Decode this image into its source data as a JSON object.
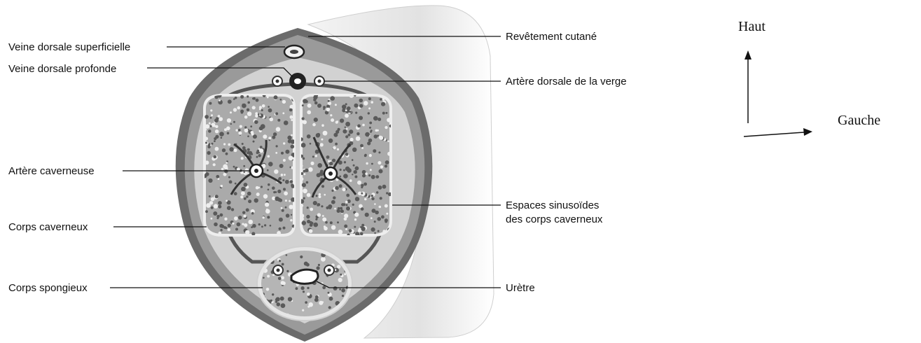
{
  "labels": {
    "veine_dorsale_superficielle": "Veine dorsale superficielle",
    "veine_dorsale_profonde": "Veine dorsale profonde",
    "artere_caverneuse": "Artère caverneuse",
    "corps_caverneux": "Corps caverneux",
    "corps_spongieux": "Corps spongieux",
    "revetement_cutane": "Revêtement cutané",
    "artere_dorsale": "Artère dorsale de la verge",
    "espaces_sinusoides_line1": "Espaces sinusoïdes",
    "espaces_sinusoides_line2": "des corps caverneux",
    "uretre": "Urètre"
  },
  "orientation": {
    "up": "Haut",
    "left": "Gauche"
  },
  "colors": {
    "skin_outer": "#6b6b6b",
    "skin_inner": "#9a9a9a",
    "tunica": "#d9d9d9",
    "tissue": "#aaaaaa",
    "sinus": "#5a5a5a",
    "shaft_shade": "#ececec"
  }
}
